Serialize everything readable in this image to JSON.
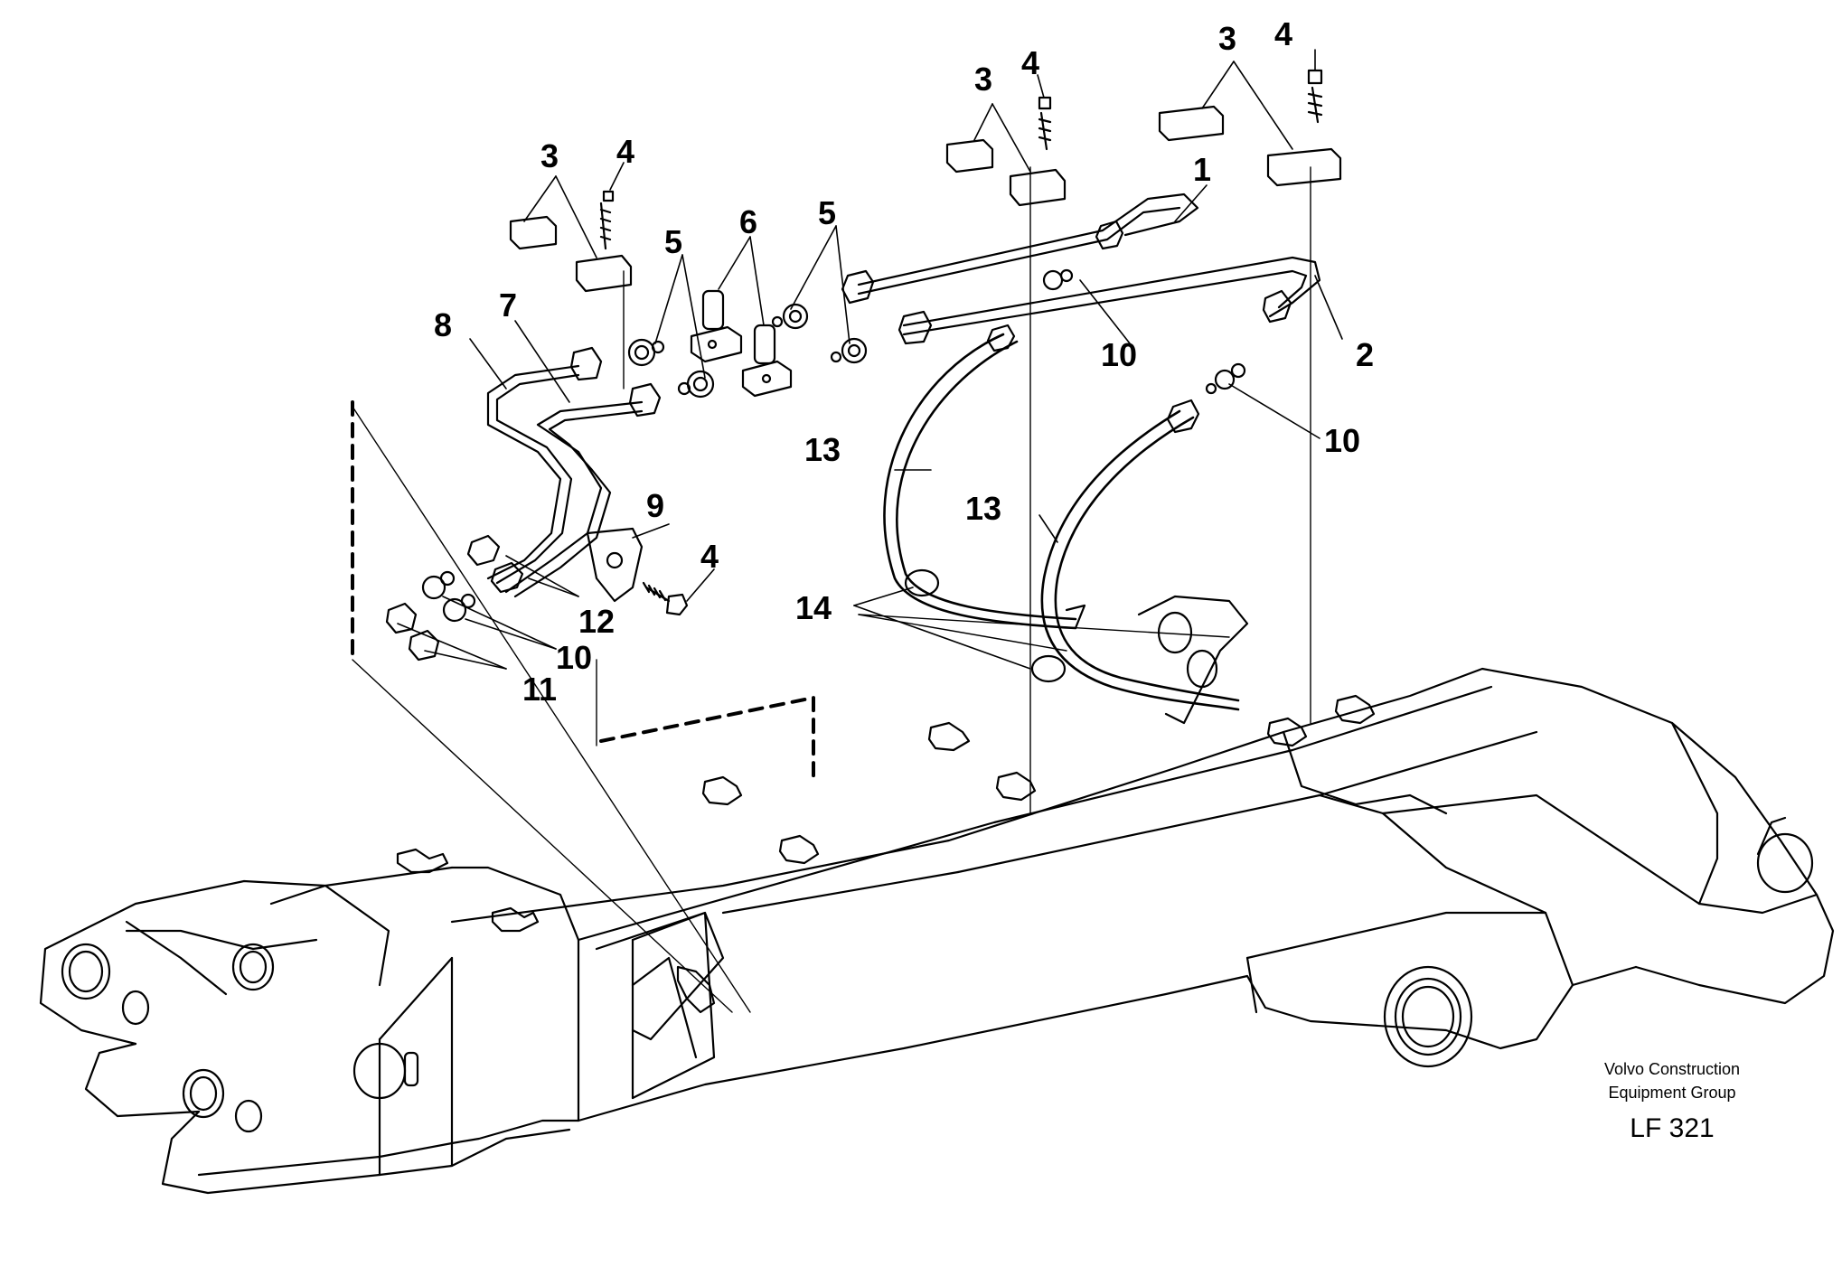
{
  "callouts": {
    "c1": "1",
    "c2": "2",
    "c3a": "3",
    "c3b": "3",
    "c3c": "3",
    "c4a": "4",
    "c4b": "4",
    "c4c": "4",
    "c4d": "4",
    "c5a": "5",
    "c5b": "5",
    "c6": "6",
    "c7": "7",
    "c8": "8",
    "c9": "9",
    "c10a": "10",
    "c10b": "10",
    "c10c": "10",
    "c11": "11",
    "c12": "12",
    "c13a": "13",
    "c13b": "13",
    "c14": "14"
  },
  "caption": {
    "company_line1": "Volvo Construction",
    "company_line2": "Equipment Group",
    "code": "LF 321"
  }
}
